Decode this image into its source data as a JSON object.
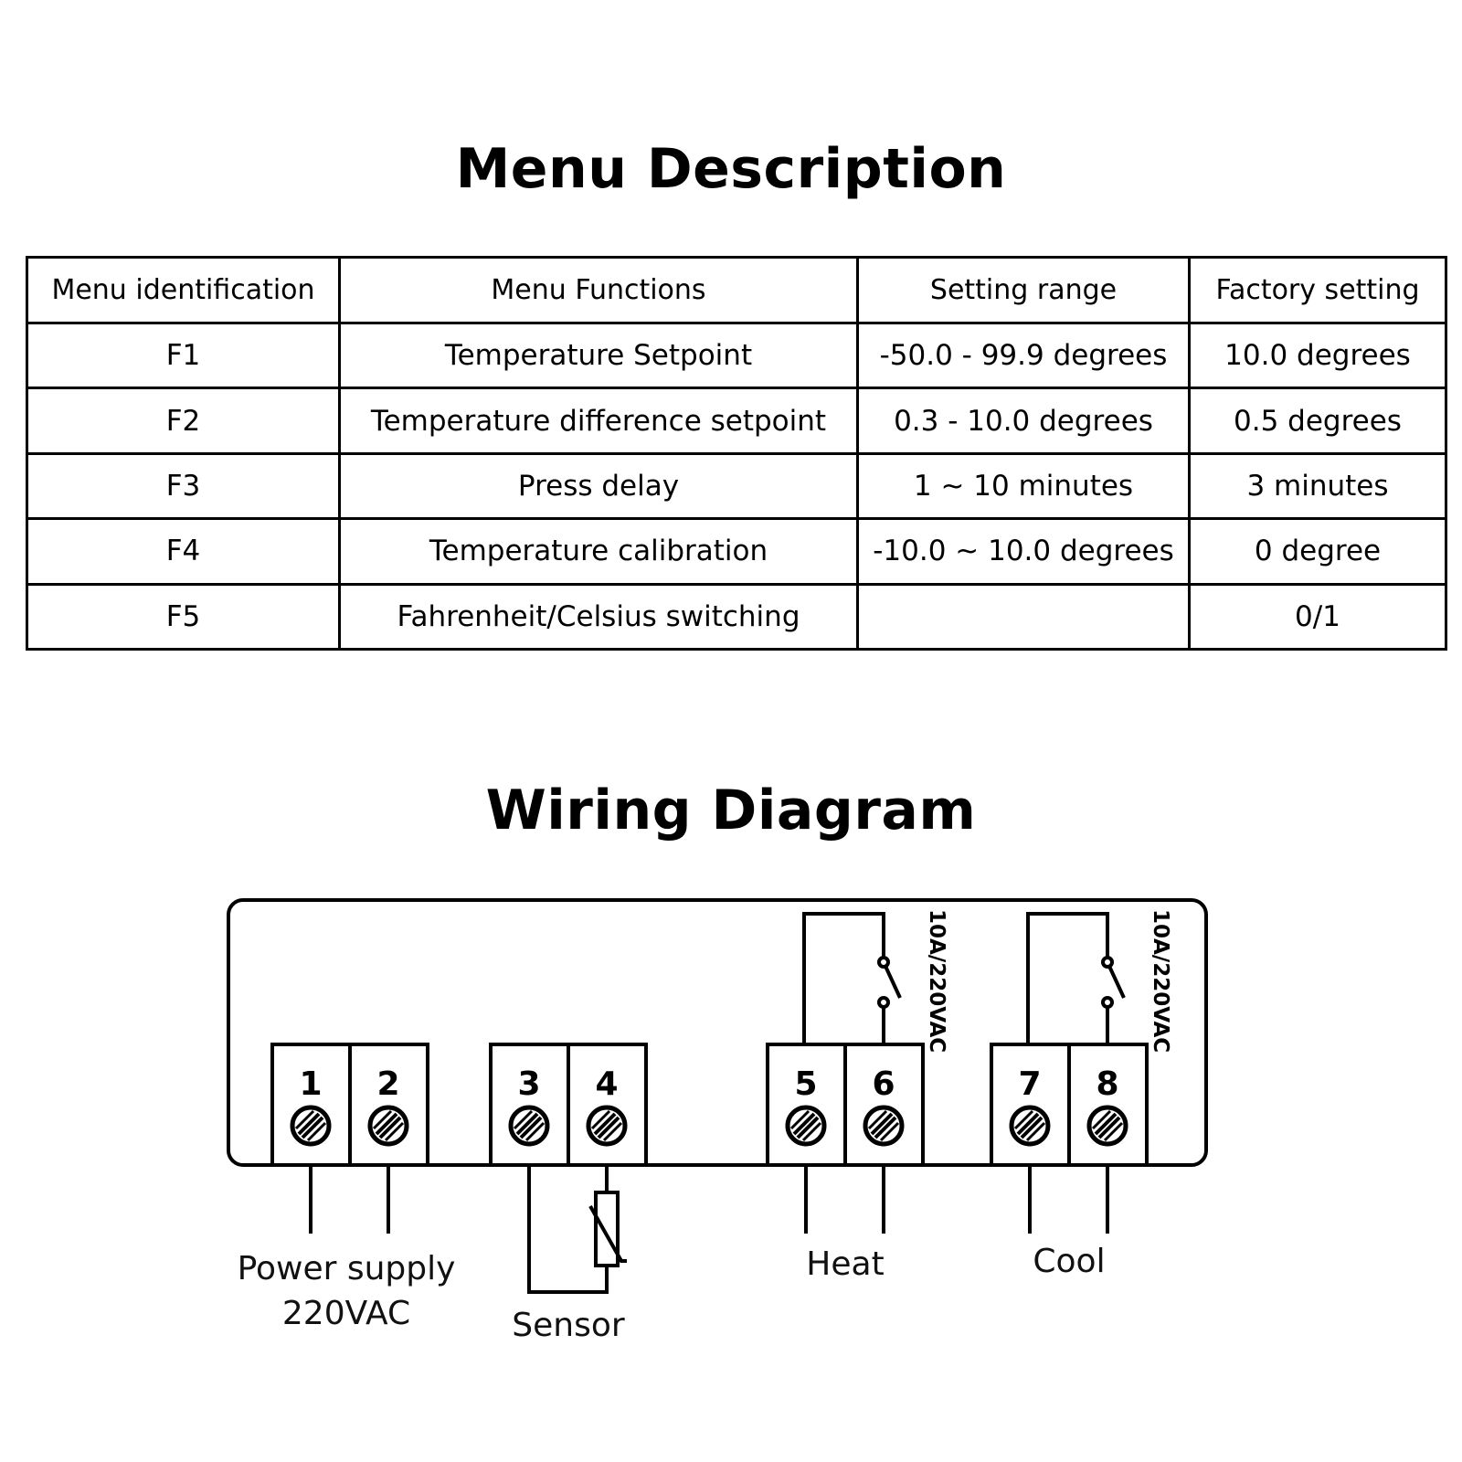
{
  "menu_title": "Menu Description",
  "table": {
    "headers": [
      "Menu identification",
      "Menu Functions",
      "Setting range",
      "Factory setting"
    ],
    "rows": [
      [
        "F1",
        "Temperature Setpoint",
        "-50.0 - 99.9 degrees",
        "10.0 degrees"
      ],
      [
        "F2",
        "Temperature difference setpoint",
        "0.3 - 10.0 degrees",
        "0.5 degrees"
      ],
      [
        "F3",
        "Press delay",
        "1 ~ 10 minutes",
        "3 minutes"
      ],
      [
        "F4",
        "Temperature calibration",
        "-10.0  ~ 10.0 degrees",
        "0 degree"
      ],
      [
        "F5",
        "Fahrenheit/Celsius switching",
        "",
        "0/1"
      ]
    ]
  },
  "wiring_title": "Wiring Diagram",
  "wiring": {
    "terminals": [
      "1",
      "2",
      "3",
      "4",
      "5",
      "6",
      "7",
      "8"
    ],
    "relay_rating": "10A/220VAC",
    "labels": {
      "power_line1": "Power supply",
      "power_line2": "220VAC",
      "sensor": "Sensor",
      "heat": "Heat",
      "cool": "Cool"
    }
  }
}
